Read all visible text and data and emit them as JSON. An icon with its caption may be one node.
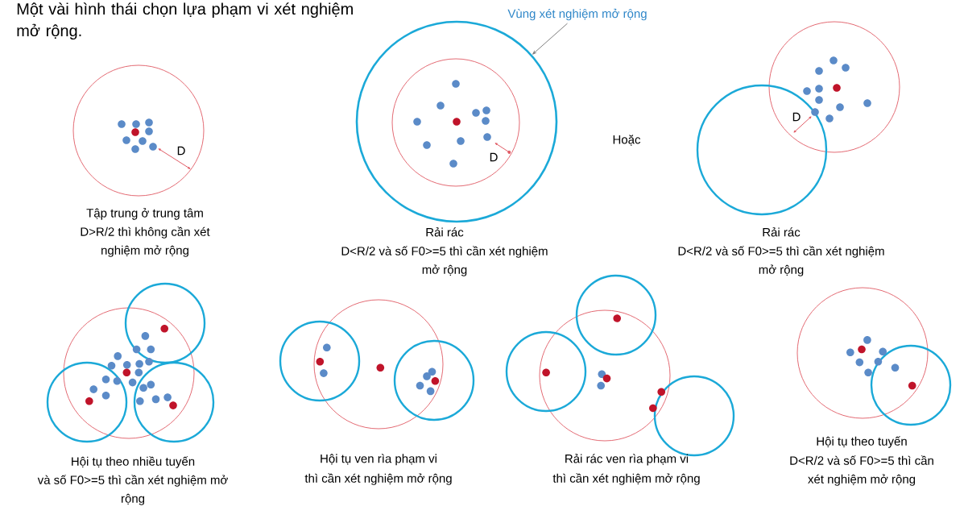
{
  "diagram": {
    "title": "Một vài hình thái chọn lựa phạm vi xét nghiệm mở rộng.",
    "nodes": [
      {
        "text": [
          "Vùng xét nghiệm mở rộng"
        ]
      },
      {
        "text": [],
        "shape": "circle"
      }
    ],
    "edges": [
      {
        "from": 0,
        "to": 1,
        "arrow": "to"
      }
    ],
    "labels": [
      "D",
      "D",
      "Hoặc",
      "D",
      "Tập trung ở trung tâm",
      "D>R/2 thì không cần xét nghiệm mở rộng",
      "Rải rác",
      "D<R/2 và số F0>=5 thì cần xét nghiệm mở rộng",
      "Rải rác",
      "D<R/2 và số F0>=5 thì cần xét nghiệm mở rộng",
      "Hội tụ theo nhiều tuyến",
      "và số F0>=5 thì cần xét nghiệm mở rộng",
      "Hội tụ ven rìa phạm vi",
      "thì cần xét nghiệm mở rộng",
      "Rải rác ven rìa phạm vi",
      "thì cần xét nghiệm mở rộng",
      "Hội tụ theo tuyến",
      "D<R/2 và số F0>=5 thì cần xét nghiệm mở rộng"
    ]
  }
}
